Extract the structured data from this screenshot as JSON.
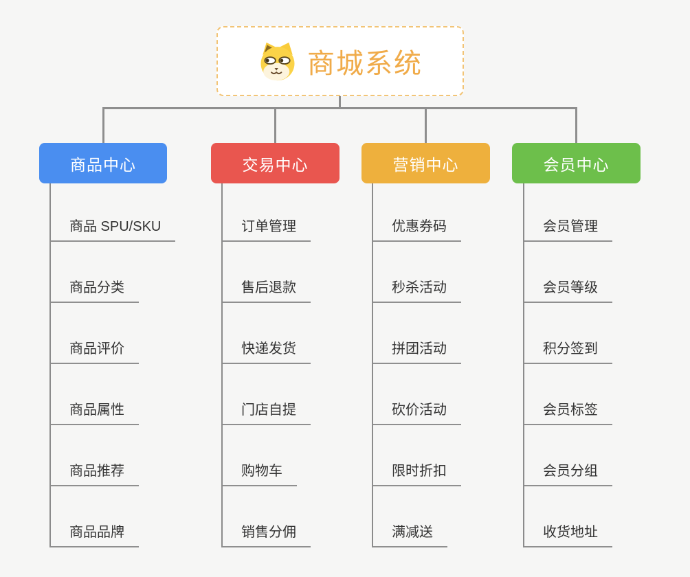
{
  "root": {
    "title": "商城系统",
    "icon": "dog-icon",
    "title_color": "#f0ab49",
    "border_color": "#f2c476"
  },
  "connector_color": "#8e8e8e",
  "background_color": "#f6f6f5",
  "branches": [
    {
      "label": "商品中心",
      "color": "#4a8ef0",
      "children": [
        "商品 SPU/SKU",
        "商品分类",
        "商品评价",
        "商品属性",
        "商品推荐",
        "商品品牌"
      ]
    },
    {
      "label": "交易中心",
      "color": "#e9564f",
      "children": [
        "订单管理",
        "售后退款",
        "快递发货",
        "门店自提",
        "购物车",
        "销售分佣"
      ]
    },
    {
      "label": "营销中心",
      "color": "#eeb03d",
      "children": [
        "优惠券码",
        "秒杀活动",
        "拼团活动",
        "砍价活动",
        "限时折扣",
        "满减送"
      ]
    },
    {
      "label": "会员中心",
      "color": "#6dbf4b",
      "children": [
        "会员管理",
        "会员等级",
        "积分签到",
        "会员标签",
        "会员分组",
        "收货地址"
      ]
    }
  ]
}
